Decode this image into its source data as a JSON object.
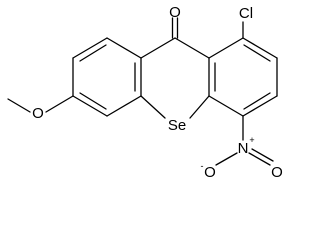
{
  "molecule": {
    "atoms": {
      "carbonyl_oxygen": "O",
      "chlorine": "Cl",
      "selenium": "Se",
      "nitrogen": "N",
      "nitro_oxygen_right": "O",
      "nitro_oxygen_left": "O",
      "methoxy_oxygen": "O",
      "nitro_oxygen_charge": "-",
      "nitrogen_charge": "+"
    }
  }
}
